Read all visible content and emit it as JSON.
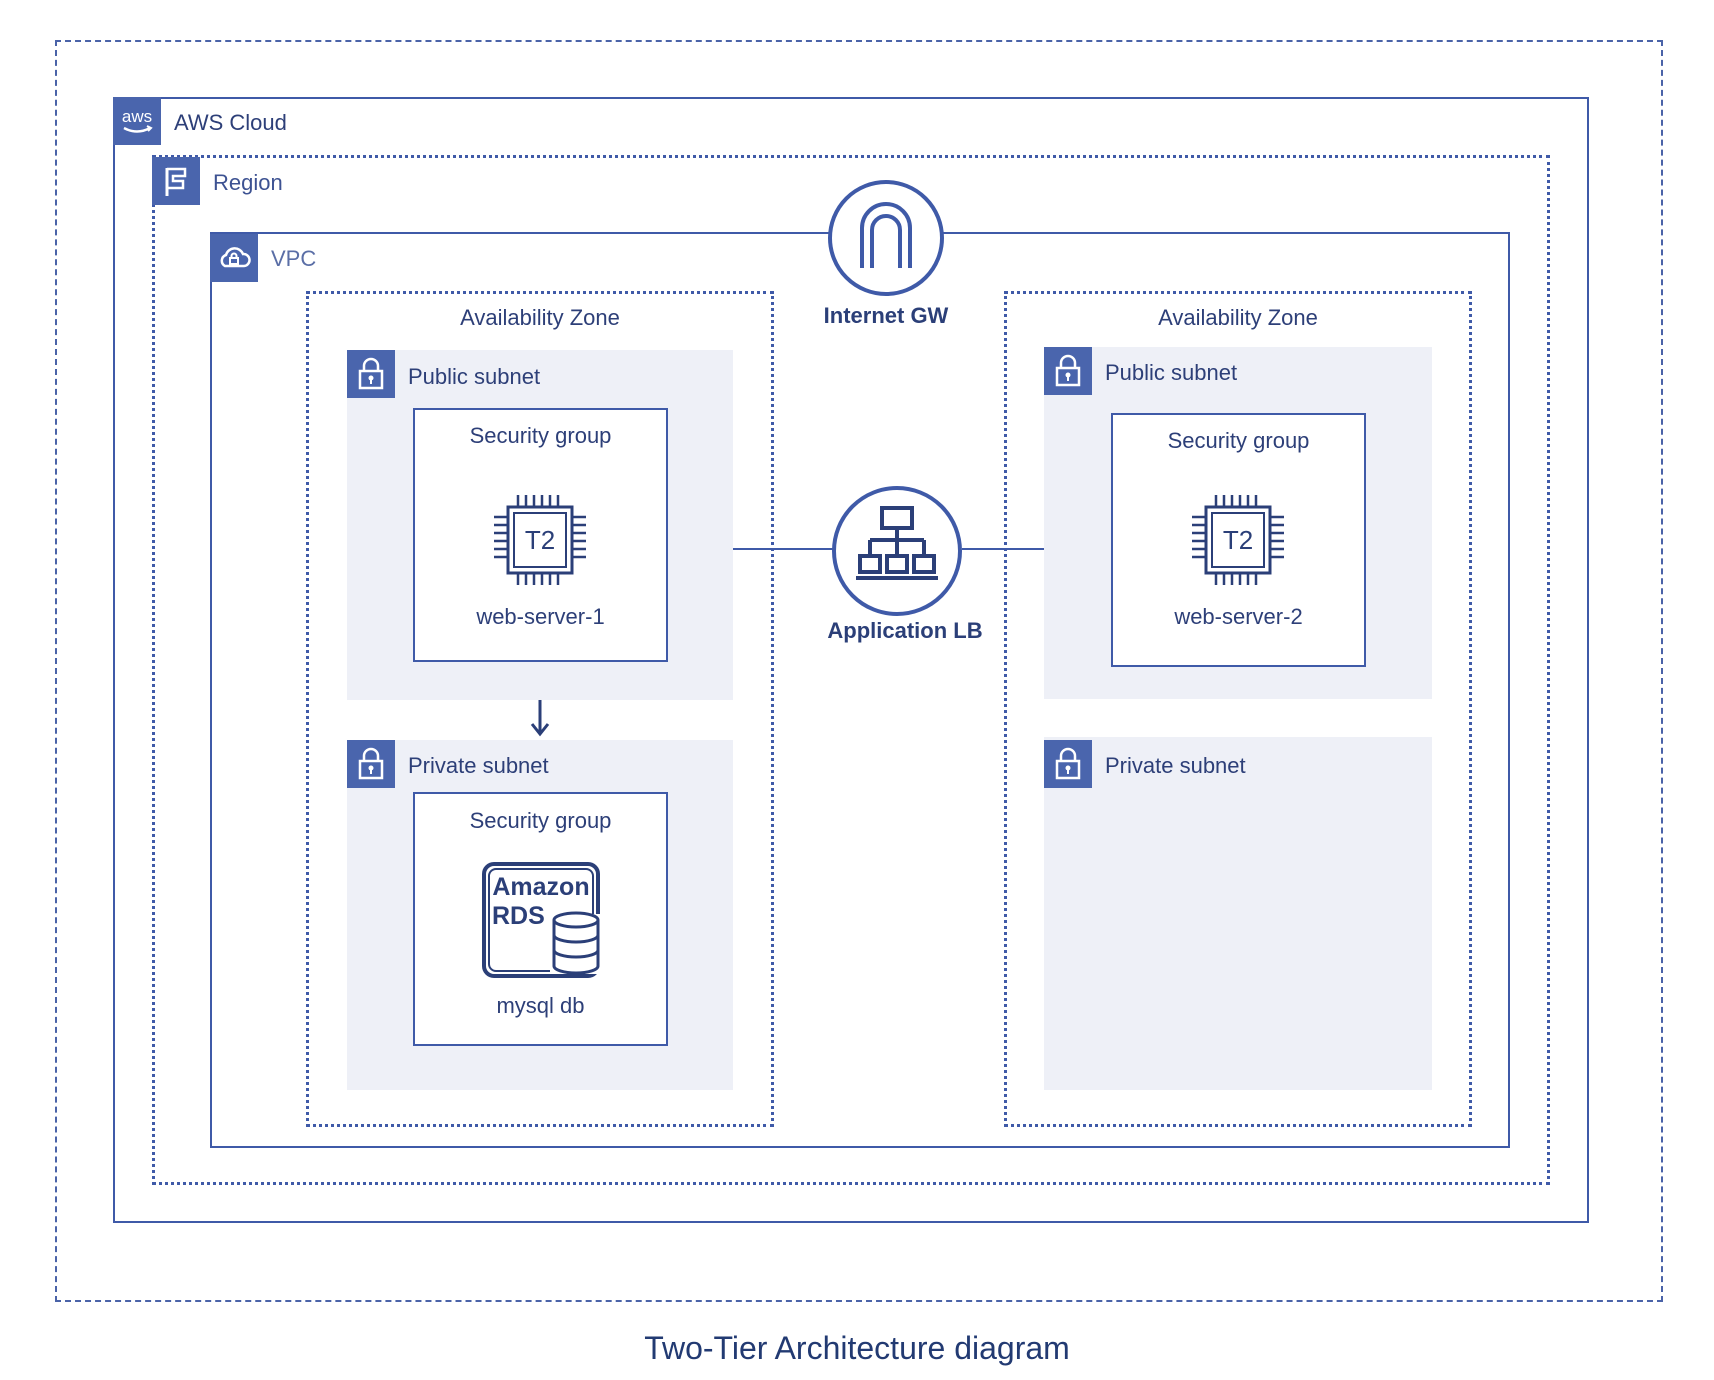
{
  "diagram": {
    "aws_badge": "aws",
    "aws_cloud": "AWS Cloud",
    "region": "Region",
    "vpc": "VPC",
    "internet_gw": "Internet GW",
    "app_lb": "Application LB",
    "left_az": {
      "title": "Availability Zone",
      "public_subnet": "Public subnet",
      "public_sg": "Security group",
      "instance_type": "T2",
      "instance_name": "web-server-1",
      "private_subnet": "Private subnet",
      "private_sg": "Security group",
      "rds_line1": "Amazon",
      "rds_line2": "RDS",
      "db_name": "mysql db"
    },
    "right_az": {
      "title": "Availability Zone",
      "public_subnet": "Public subnet",
      "public_sg": "Security group",
      "instance_type": "T2",
      "instance_name": "web-server-2",
      "private_subnet": "Private subnet"
    },
    "caption": "Two-Tier Architecture diagram"
  },
  "colors": {
    "primary": "#3f5aa8",
    "badge": "#4a65ad",
    "subnet_fill": "#eef0f7",
    "text": "#2d3f78"
  },
  "icons": [
    "aws-logo-icon",
    "flag-icon",
    "cloud-lock-icon",
    "padlock-icon",
    "chip-icon",
    "internet-gateway-icon",
    "load-balancer-icon",
    "rds-database-icon",
    "arrow-down-icon"
  ]
}
